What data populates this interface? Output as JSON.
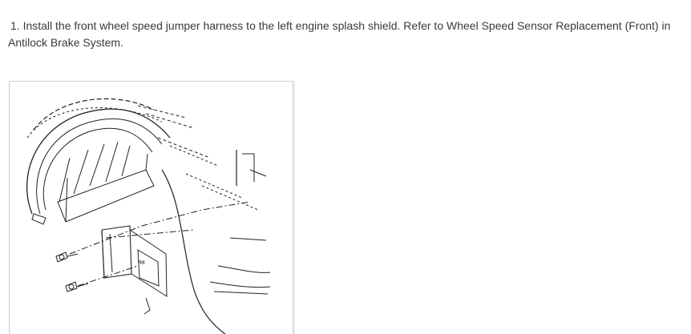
{
  "step": {
    "number": "1.",
    "text": "Install the front wheel speed jumper harness to the left engine splash shield. Refer to Wheel Speed Sensor Replacement (Front) in Antilock Brake System."
  },
  "figure": {
    "label_rh": "RH"
  }
}
